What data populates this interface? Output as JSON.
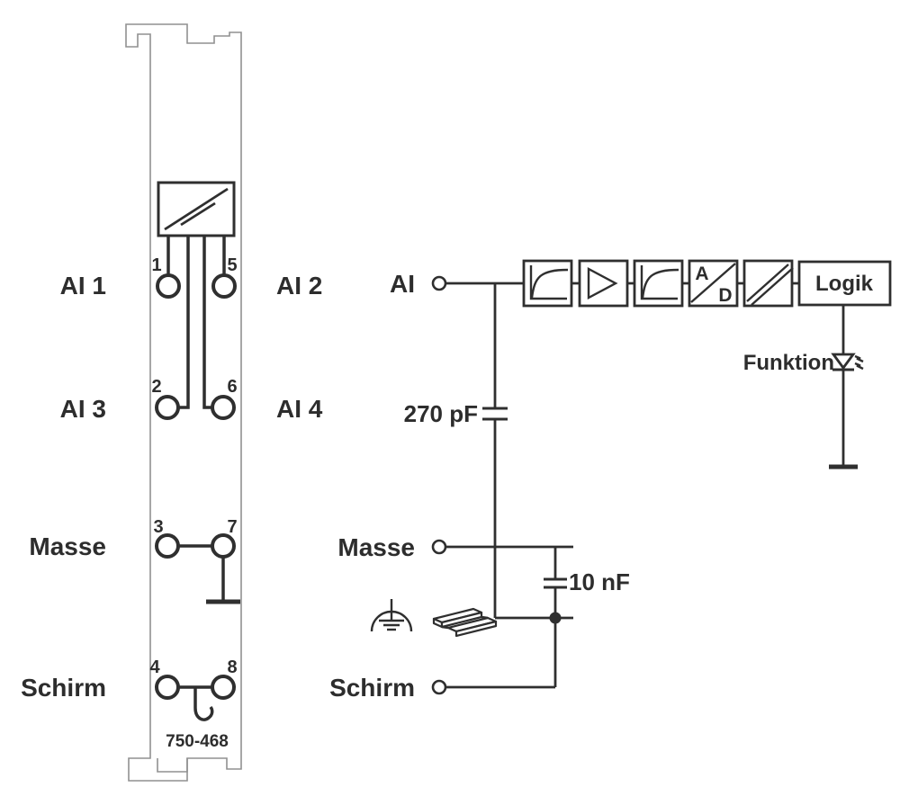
{
  "colors": {
    "background": "#ffffff",
    "wire": "#2f2f2f",
    "module_outline": "#919191",
    "text": "#2d2d2d"
  },
  "module": {
    "part_number": "750-468",
    "labels_left": [
      {
        "label": "AI 1"
      },
      {
        "label": "AI 3"
      },
      {
        "label": "Masse"
      },
      {
        "label": "Schirm"
      }
    ],
    "labels_right": [
      {
        "label": "AI 2"
      },
      {
        "label": "AI 4"
      }
    ],
    "terminals": {
      "t1": "1",
      "t2": "2",
      "t3": "3",
      "t4": "4",
      "t5": "5",
      "t6": "6",
      "t7": "7",
      "t8": "8"
    }
  },
  "circuit": {
    "ai_label": "AI",
    "masse_label": "Masse",
    "schirm_label": "Schirm",
    "cap_input": "270 pF",
    "cap_shield": "10 nF",
    "logik_label": "Logik",
    "funktion_label": "Funktion",
    "ad_top": "A",
    "ad_bottom": "D",
    "blocks": [
      "input-filter",
      "amplifier",
      "filter",
      "a-d-converter",
      "galvanic-isolation",
      "logic"
    ]
  }
}
